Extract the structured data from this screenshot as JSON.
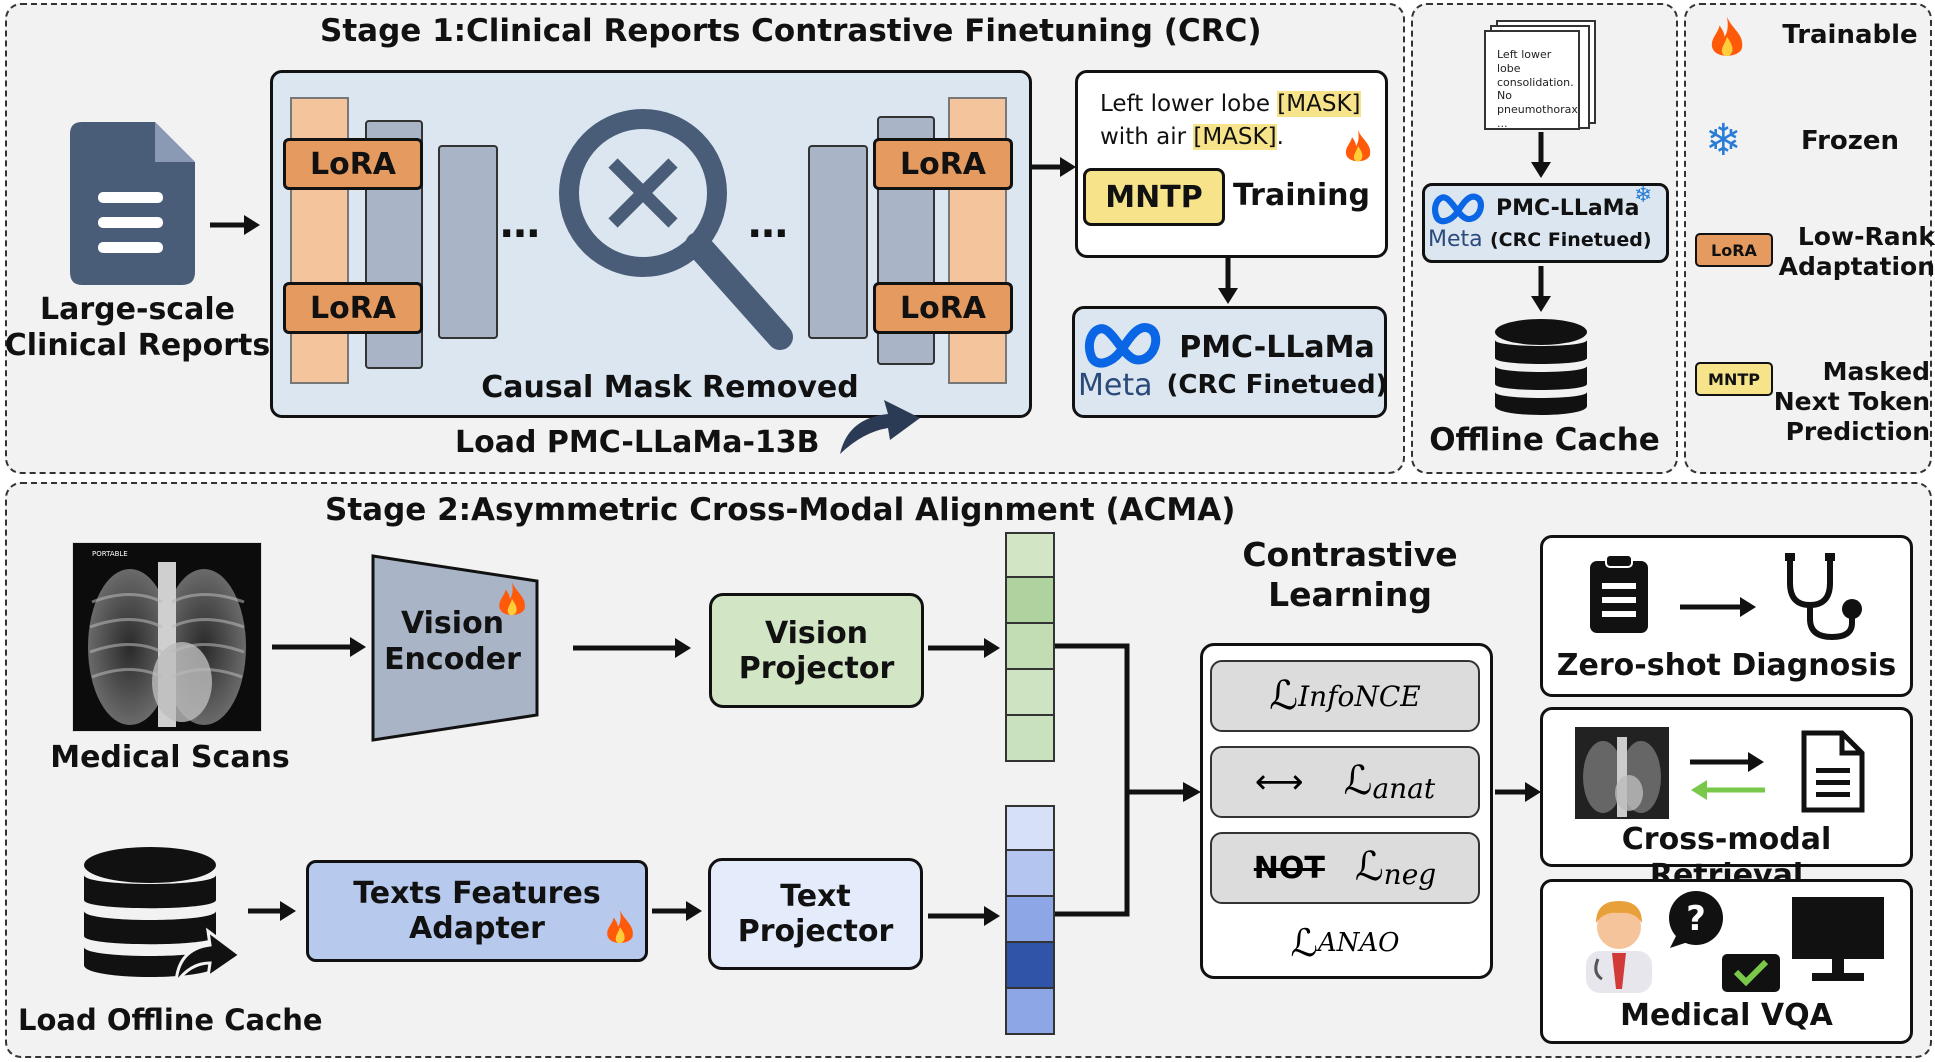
{
  "stage1": {
    "title": "Stage 1:Clinical Reports Contrastive Finetuning (CRC)",
    "reports_label": "Large-scale\nClinical Reports",
    "lora": "LoRA",
    "causal_mask": "Causal Mask Removed",
    "load_model": "Load PMC-LLaMa-13B",
    "mask_line1_pre": "Left lower lobe ",
    "mask_token": "[MASK]",
    "mask_line2_pre": "with air ",
    "mask_line2_post": ".",
    "mntp": "MNTP",
    "training": "Training",
    "meta_word": "Meta",
    "model_name": "PMC-LLaMa",
    "model_sub": "(CRC Finetued)"
  },
  "cache_panel": {
    "doc_text": [
      "Left lower lobe",
      "consolidation. No",
      "pneumothorax.",
      "..."
    ],
    "model_name": "PMC-LLaMa",
    "meta_word": "Meta",
    "model_sub": "(CRC Finetued)",
    "cache_label": "Offline Cache"
  },
  "legend": {
    "trainable": "Trainable",
    "frozen": "Frozen",
    "lora_chip": "LoRA",
    "lora_desc": "Low-Rank\nAdaptation",
    "mntp_chip": "MNTP",
    "mntp_desc": "Masked\nNext Token\nPrediction"
  },
  "stage2": {
    "title": "Stage 2:Asymmetric Cross-Modal Alignment (ACMA)",
    "scans_label": "Medical Scans",
    "xray_tag": "PORTABLE",
    "vision_encoder": "Vision\nEncoder",
    "vision_projector": "Vision\nProjector",
    "load_cache": "Load Offline Cache",
    "text_adapter": "Texts Features\nAdapter",
    "text_projector": "Text\nProjector",
    "contrastive": "Contrastive\nLearning",
    "loss_infonce_base": "ℒ",
    "loss_infonce_sub": "InfoNCE",
    "loss_anat_base": "ℒ",
    "loss_anat_sub": "anat",
    "not_word": "NOT",
    "loss_neg_base": "ℒ",
    "loss_neg_sub": "neg",
    "loss_anao_base": "ℒ",
    "loss_anao_sub": "ANAO",
    "zero_shot": "Zero-shot Diagnosis",
    "cross_modal": "Cross-modal Retrieval",
    "vqa": "Medical VQA",
    "question_mark": "?"
  },
  "colors": {
    "lora": "#e59a5f",
    "layer_peach": "#f4c49c",
    "layer_slate": "#a9b4c6",
    "encoder_panel": "#dce6f1",
    "doc_icon": "#4a5d78",
    "mntp_yellow": "#f7e48a",
    "vision_green": "#d2e6c6",
    "text_blue": "#b8c9ee",
    "projector_light": "#e4ebfa",
    "meta_blue": "#0a66e4",
    "fire": "#ff5a0a",
    "snow": "#2a7dd6",
    "arrow_green": "#79c84a"
  },
  "vision_embed_shades": [
    "#d2e6c6",
    "#aed39e",
    "#c2dcb4",
    "#cde3c1",
    "#c9e1bc"
  ],
  "text_embed_shades": [
    "#d6e0f6",
    "#b4c6ef",
    "#8ca6e6",
    "#2f54a8",
    "#8ca6e6"
  ]
}
